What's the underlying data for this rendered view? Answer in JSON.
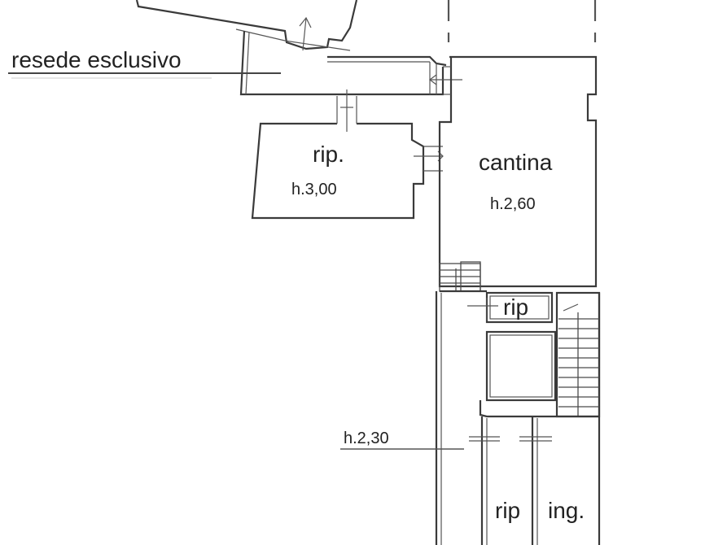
{
  "plan": {
    "type": "floor-plan",
    "labels": {
      "resede": "resede esclusivo",
      "rip_left_name": "rip.",
      "rip_left_height": "h.3,00",
      "cantina_name": "cantina",
      "cantina_height": "h.2,60",
      "rip_mid": "rip",
      "corridor_height": "h.2,30",
      "rip_bottom": "rip",
      "ingresso": "ing."
    },
    "colors": {
      "line": "#3a3a3a",
      "background": "#ffffff",
      "text": "#222222"
    }
  }
}
